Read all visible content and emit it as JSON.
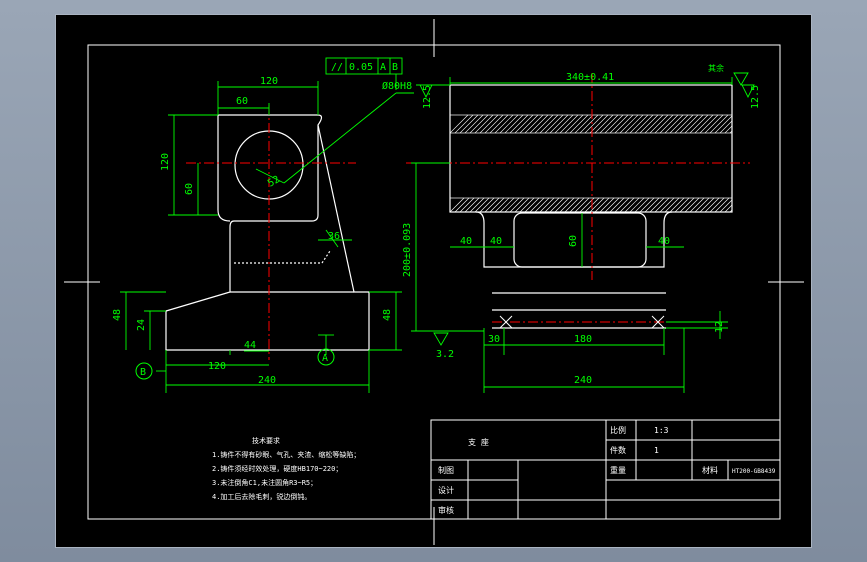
{
  "colors": {
    "background": "#000000",
    "outline": "#ffffff",
    "dimension": "#00ff00",
    "centerline": "#ff0000",
    "window": "#8a97a8"
  },
  "left_view": {
    "dims": {
      "top_width": "120",
      "top_half": "60",
      "height_120": "120",
      "height_60": "60",
      "radius": "52",
      "rib": "36",
      "base_48_left": "48",
      "base_24": "24",
      "base_48_right": "48",
      "offset_44": "44",
      "offset_120": "120",
      "base_width": "240"
    },
    "datum_B": "B",
    "section_A": "A",
    "bore": "Ø80H8",
    "tolerance_frame": [
      "//",
      "0.05",
      "A",
      "B"
    ]
  },
  "front_view": {
    "dims": {
      "length": "340±0.41",
      "rough_left": "12.5",
      "rough_right": "12.5",
      "height": "200±0.093",
      "slot_60": "60",
      "d40a": "40",
      "d40b": "40",
      "d40c": "40",
      "d30": "30",
      "d180": "180",
      "d12": "12",
      "base_width": "240",
      "rough_bottom": "3.2"
    }
  },
  "corner_note": "其余",
  "tech_requirements": {
    "title": "技术要求",
    "lines": [
      "1.铸件不得有砂眼、气孔、夹渣、缩松等缺陷；",
      "2.铸件须经时效处理，硬度HB170~220；",
      "3.未注倒角C1,未注圆角R3~R5；",
      "4.加工后去除毛刺，锐边倒钝。"
    ]
  },
  "title_block": {
    "part_name": "支  座",
    "scale_label": "比例",
    "scale_value": "1:3",
    "qty_label": "件数",
    "qty_value": "1",
    "drawn_label": "制图",
    "design_label": "设计",
    "check_label": "审核",
    "weight_label": "重量",
    "material_label": "材料",
    "drawing_no": "HT200-GB8439"
  }
}
